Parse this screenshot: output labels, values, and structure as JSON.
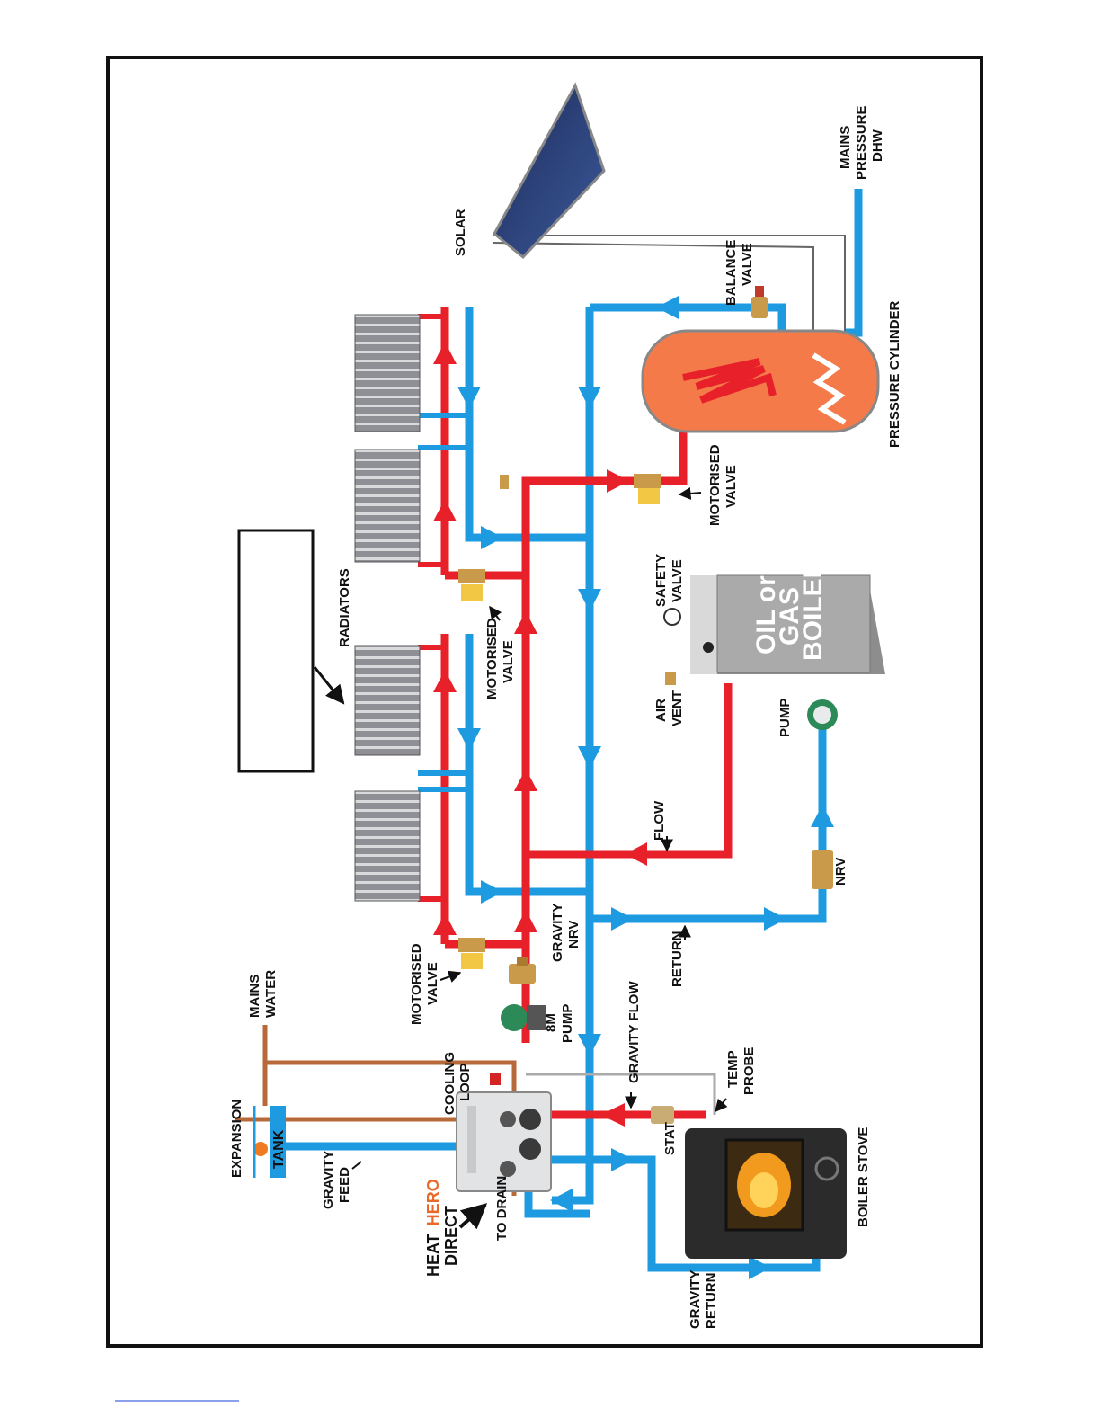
{
  "labels": {
    "expansion": "EXPANSION",
    "tank": "TANK",
    "gravity_feed": [
      "GRAVITY",
      "FEED"
    ],
    "mains_water": [
      "MAINS",
      "WATER"
    ],
    "heat_hero_direct": [
      "HEAT",
      "HERO",
      "DIRECT"
    ],
    "to_drain": "TO DRAIN",
    "cooling_loop": [
      "COOLING",
      "LOOP"
    ],
    "motorised_valve_1": [
      "MOTORISED",
      "VALVE"
    ],
    "pump_8m": [
      "8M",
      "PUMP"
    ],
    "gravity_nrv": [
      "GRAVITY",
      "NRV"
    ],
    "gravity_flow": "GRAVITY FLOW",
    "temp_probe": [
      "TEMP",
      "PROBE"
    ],
    "stat": "STAT",
    "boiler_stove": "BOILER STOVE",
    "gravity_return": [
      "GRAVITY",
      "RETURN"
    ],
    "return": "RETURN",
    "nrv": "NRV",
    "flow": "FLOW",
    "pump": "PUMP",
    "air_vent": [
      "AIR",
      "VENT"
    ],
    "safety_valve": [
      "SAFETY",
      "VALVE"
    ],
    "oil_gas_boiler": [
      "OIL or",
      "GAS",
      "BOILER"
    ],
    "motorised_valve_2": [
      "MOTORISED",
      "VALVE"
    ],
    "motorised_valve_3": [
      "MOTORISED",
      "VALVE"
    ],
    "radiators": "RADIATORS",
    "pressure_cylinder": "PRESSURE CYLINDER",
    "balance_valve": [
      "BALANCE",
      "VALVE"
    ],
    "solar": "SOLAR",
    "mains_pressure_dhw": [
      "MAINS",
      "PRESSURE",
      "DHW"
    ]
  },
  "colors": {
    "hot_pipe": "#e8202a",
    "cold_pipe": "#1e9be0",
    "copper": "#b8693a",
    "cylinder": "#f47a4a",
    "boiler": "#a9aaa9",
    "radiator": "#8e9095",
    "valve": "#f2c744",
    "brass": "#c99a4a",
    "border": "#111111"
  }
}
